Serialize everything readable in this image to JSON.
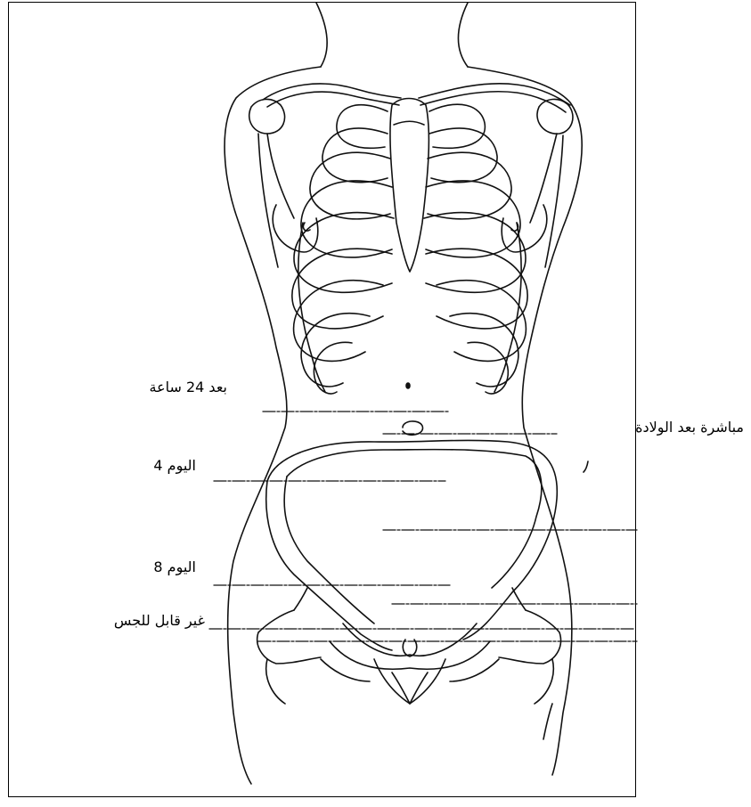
{
  "diagram": {
    "labels": {
      "after_24h": "بعد 24 ساعة",
      "immediately_after_birth": "مباشرة بعد الولادة",
      "day_4": "اليوم 4",
      "day_8": "اليوم 8",
      "not_palpable": "غير قابل للجس"
    }
  }
}
